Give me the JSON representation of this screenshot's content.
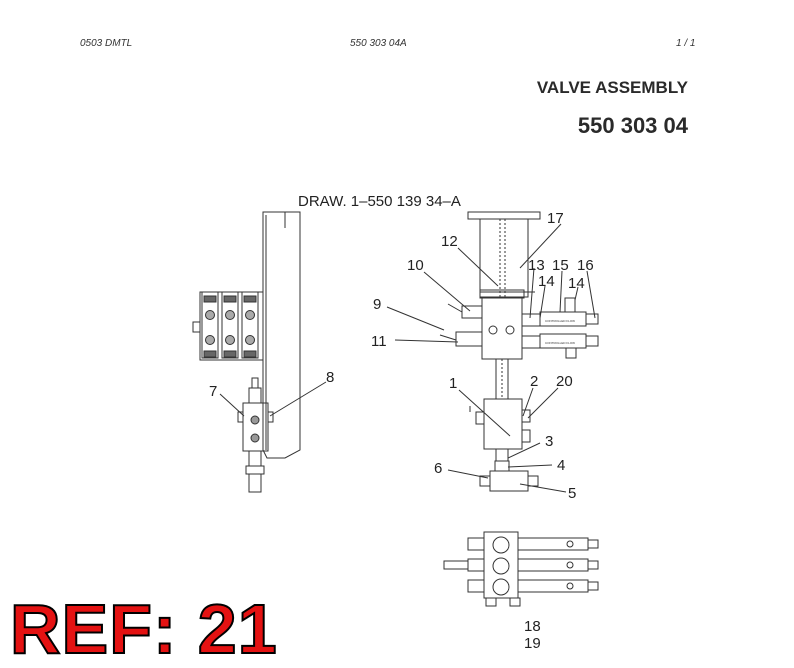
{
  "header": {
    "left": "0503 DMTL",
    "center": "550 303 04A",
    "right": "1 /   1"
  },
  "title": "VALVE ASSEMBLY",
  "part_number": "550 303 04",
  "drawing_ref": "DRAW. 1–550 139 34–A",
  "callouts": {
    "c1": "1",
    "c2": "2",
    "c3": "3",
    "c4": "4",
    "c5": "5",
    "c6": "6",
    "c7": "7",
    "c8": "8",
    "c9": "9",
    "c10": "10",
    "c11": "11",
    "c12": "12",
    "c13": "13",
    "c14a": "14",
    "c14b": "14",
    "c15": "15",
    "c16": "16",
    "c17": "17",
    "c18": "18",
    "c19": "19",
    "c20": "20"
  },
  "ref_label": "REF: 21",
  "colors": {
    "ref_fill": "#e41212",
    "ref_outline": "#000000",
    "line": "#333333"
  }
}
